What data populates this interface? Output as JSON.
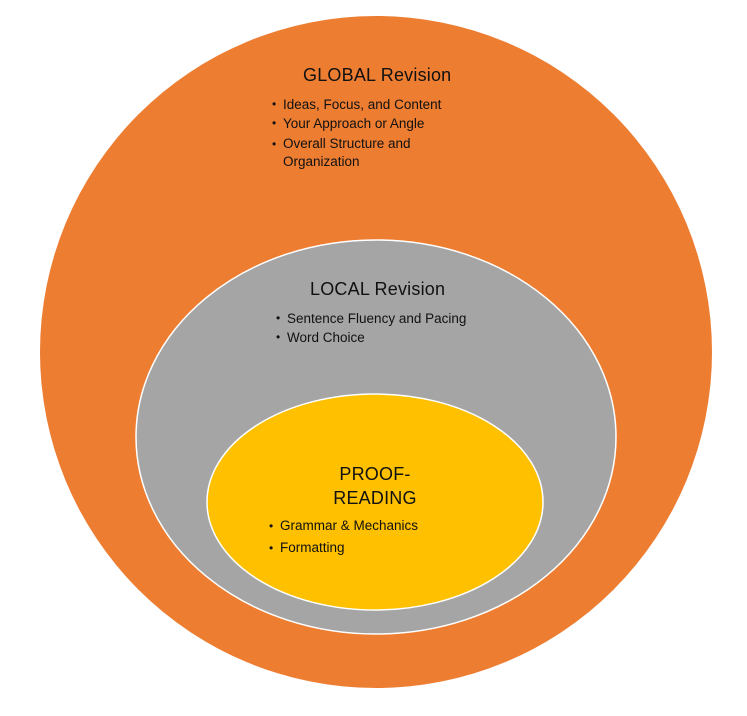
{
  "diagram": {
    "type": "nested-ellipses",
    "colors": {
      "outer": "#ED7D31",
      "middle": "#A5A5A5",
      "inner": "#FFC000",
      "border": "#FFFFFF",
      "text": "#111111"
    },
    "levels": [
      {
        "id": "global",
        "title": "GLOBAL Revision",
        "items": [
          "Ideas, Focus, and Content",
          "Your Approach or Angle",
          "Overall Structure and Organization"
        ]
      },
      {
        "id": "local",
        "title": "LOCAL Revision",
        "items": [
          "Sentence Fluency and Pacing",
          "Word Choice"
        ]
      },
      {
        "id": "proofreading",
        "title_line1": "PROOF-",
        "title_line2": "READING",
        "items": [
          "Grammar & Mechanics",
          "Formatting"
        ]
      }
    ]
  }
}
